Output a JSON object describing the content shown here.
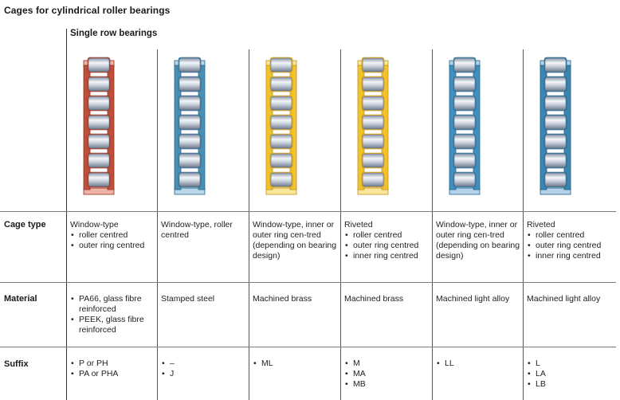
{
  "title": "Cages for cylindrical roller bearings",
  "section": "Single row bearings",
  "rows": {
    "cage_type": "Cage type",
    "material": "Material",
    "suffix": "Suffix"
  },
  "columns": [
    {
      "colors": {
        "frame": "#c0503a",
        "frame_dark": "#8e3320",
        "end": "#f0b2a6"
      },
      "cage_type": {
        "lead": "Window-type",
        "items": [
          "roller centred",
          "outer ring centred"
        ]
      },
      "material": {
        "lead": "",
        "items": [
          "PA66, glass fibre reinforced",
          "PEEK, glass fibre reinforced"
        ]
      },
      "suffix": {
        "items": [
          "P or PH",
          "PA or PHA"
        ]
      }
    },
    {
      "colors": {
        "frame": "#4a8fb5",
        "frame_dark": "#2a6587",
        "end": "#b9d6ea"
      },
      "cage_type": {
        "lead": "Window-type, roller centred",
        "items": []
      },
      "material": {
        "lead": "Stamped steel",
        "items": []
      },
      "suffix": {
        "items": [
          "–",
          "J"
        ]
      }
    },
    {
      "colors": {
        "frame": "#f2c12e",
        "frame_dark": "#c0941a",
        "end": "#f8e79a"
      },
      "cage_type": {
        "lead": "Window-type, inner or outer ring cen-tred (depending on bearing design)",
        "items": []
      },
      "material": {
        "lead": "Machined brass",
        "items": []
      },
      "suffix": {
        "items": [
          "ML"
        ]
      }
    },
    {
      "colors": {
        "frame": "#f2c12e",
        "frame_dark": "#c0941a",
        "end": "#f8e79a"
      },
      "cage_type": {
        "lead": "Riveted",
        "items": [
          "roller centred",
          "outer ring centred",
          "inner ring centred"
        ]
      },
      "material": {
        "lead": "Machined brass",
        "items": []
      },
      "suffix": {
        "items": [
          "M",
          "MA",
          "MB"
        ]
      }
    },
    {
      "colors": {
        "frame": "#3f90bf",
        "frame_dark": "#226891",
        "end": "#b4d3ea"
      },
      "cage_type": {
        "lead": "Window-type, inner or outer ring cen-tred (depending on bearing design)",
        "items": []
      },
      "material": {
        "lead": "Machined light alloy",
        "items": []
      },
      "suffix": {
        "items": [
          "LL"
        ]
      }
    },
    {
      "colors": {
        "frame": "#3a86b0",
        "frame_dark": "#1f5f84",
        "end": "#b4d3ea"
      },
      "cage_type": {
        "lead": "Riveted",
        "items": [
          "roller centred",
          "outer ring centred",
          "inner ring centred"
        ]
      },
      "material": {
        "lead": "Machined light alloy",
        "items": []
      },
      "suffix": {
        "items": [
          "L",
          "LA",
          "LB"
        ]
      }
    }
  ]
}
